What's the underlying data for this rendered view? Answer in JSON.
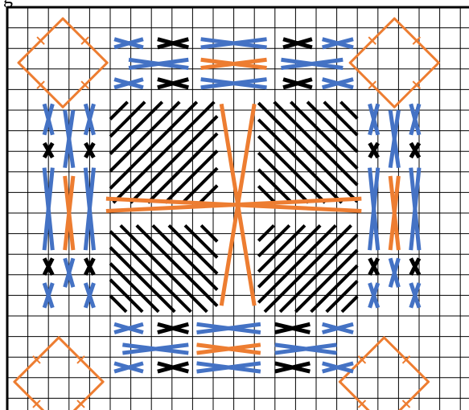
{
  "header": {
    "title_fragment": "g"
  },
  "colors": {
    "background": "#ffffff",
    "grid": "#000000",
    "border": "#000000",
    "black_thread": "#000000",
    "blue_thread": "#4472c4",
    "orange_thread": "#ed7d31"
  },
  "stitches": [
    {
      "id": "corner-diamond",
      "thread": "orange_thread"
    },
    {
      "id": "horizontal-cross",
      "thread": "blue_thread"
    },
    {
      "id": "small-cross",
      "thread": "black_thread"
    },
    {
      "id": "long-horizontal-cross",
      "thread": "orange_thread"
    },
    {
      "id": "vertical-cross",
      "thread": "blue_thread"
    },
    {
      "id": "diagonal-satin",
      "thread": "black_thread"
    },
    {
      "id": "center-star",
      "thread": "orange_thread"
    }
  ]
}
